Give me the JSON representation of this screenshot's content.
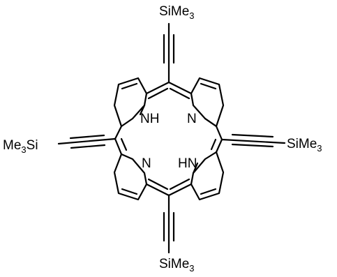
{
  "molecule": {
    "labels": {
      "top": {
        "group": "SiMe",
        "sub": "3"
      },
      "bottom": {
        "group": "SiMe",
        "sub": "3"
      },
      "right": {
        "group": "SiMe",
        "sub": "3"
      },
      "left": {
        "pre": "Me",
        "sub": "3",
        "post": "Si"
      },
      "nh_upper": "NH",
      "n_upper": "N",
      "n_lower": "N",
      "hn_lower": "HN"
    }
  }
}
